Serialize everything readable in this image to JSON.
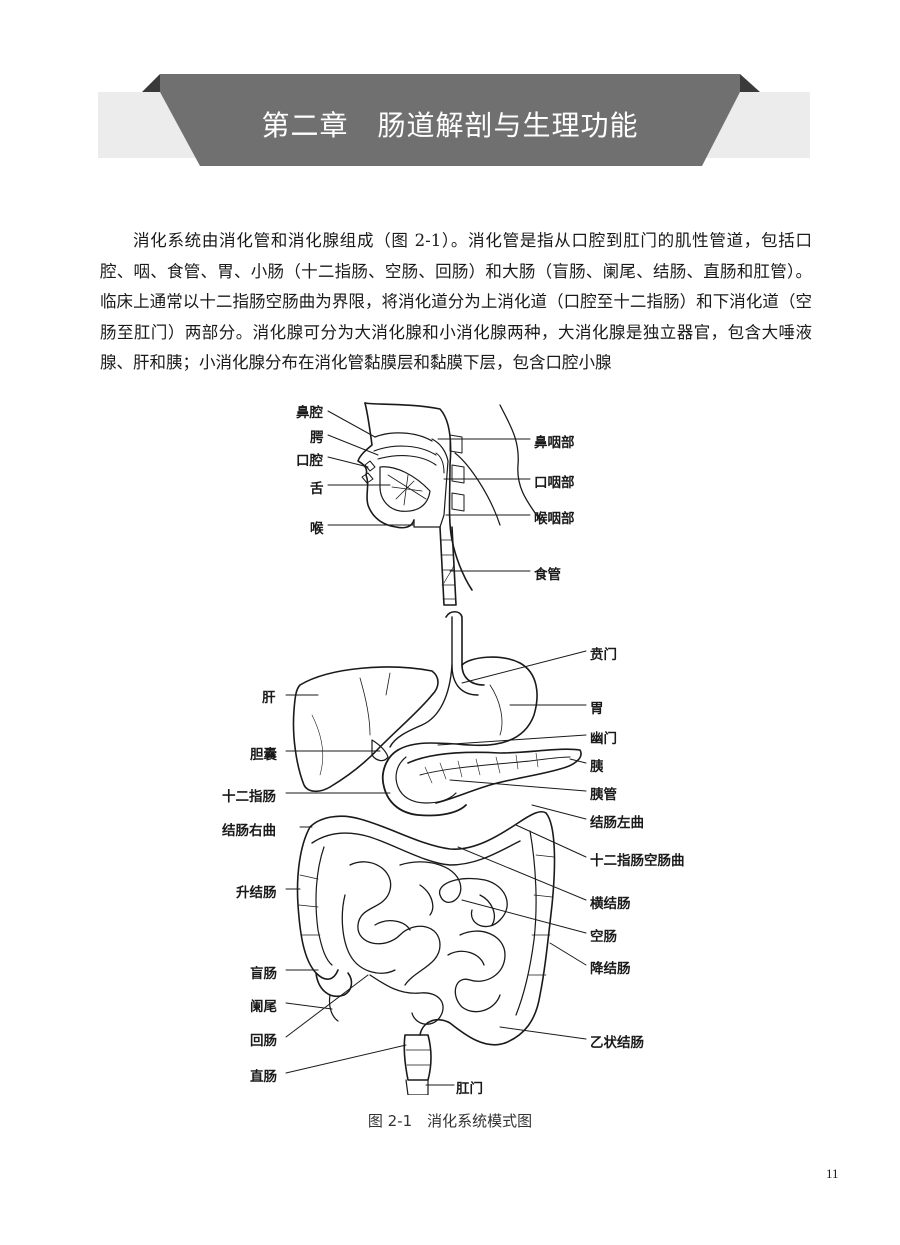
{
  "chapter": {
    "title": "第二章　肠道解剖与生理功能"
  },
  "body": {
    "paragraph": "消化系统由消化管和消化腺组成（图 2-1）。消化管是指从口腔到肛门的肌性管道，包括口腔、咽、食管、胃、小肠（十二指肠、空肠、回肠）和大肠（盲肠、阑尾、结肠、直肠和肛管）。临床上通常以十二指肠空肠曲为界限，将消化道分为上消化道（口腔至十二指肠）和下消化道（空肠至肛门）两部分。消化腺可分为大消化腺和小消化腺两种，大消化腺是独立器官，包含大唾液腺、肝和胰；小消化腺分布在消化管黏膜层和黏膜下层，包含口腔小腺"
  },
  "figure": {
    "labels": {
      "nasal_cavity": "鼻腔",
      "palate": "腭",
      "oral_cavity": "口腔",
      "tongue": "舌",
      "larynx": "喉",
      "nasopharynx": "鼻咽部",
      "oropharynx": "口咽部",
      "laryngopharynx": "喉咽部",
      "esophagus": "食管",
      "cardia": "贲门",
      "stomach": "胃",
      "pylorus": "幽门",
      "pancreas": "胰",
      "pancreatic_duct": "胰管",
      "liver": "肝",
      "gallbladder": "胆囊",
      "duodenum": "十二指肠",
      "right_colic_flexure": "结肠右曲",
      "left_colic_flexure": "结肠左曲",
      "duodenojejunal_flexure": "十二指肠空肠曲",
      "transverse_colon": "横结肠",
      "ascending_colon": "升结肠",
      "jejunum": "空肠",
      "descending_colon": "降结肠",
      "cecum": "盲肠",
      "appendix": "阑尾",
      "ileum": "回肠",
      "sigmoid_colon": "乙状结肠",
      "rectum": "直肠",
      "anus": "肛门"
    },
    "caption": "图 2-1　消化系统模式图"
  },
  "page": {
    "number": "11"
  },
  "colors": {
    "banner_dark": "#707070",
    "banner_light": "#ececec",
    "ink": "#1a1a1a"
  }
}
